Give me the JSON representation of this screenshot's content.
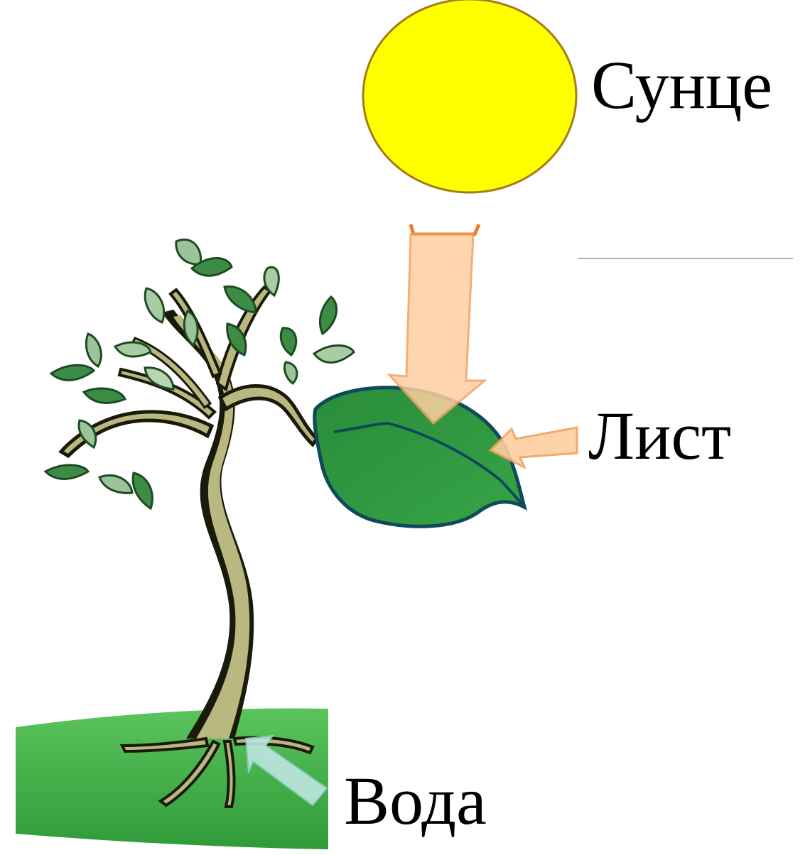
{
  "labels": {
    "sun": "Сунце",
    "leaf": "Лист",
    "water": "Вода"
  },
  "colors": {
    "sun_fill": "#ffff00",
    "sun_stroke": "#a87a1a",
    "leaf_fill": "#2e9a3a",
    "leaf_stroke": "#0e4a5a",
    "ground": "#3aa840",
    "trunk": "#b8b880",
    "foliage": "#3c8c46",
    "arrow_fill": "#fdd0a0",
    "arrow_stroke": "#f0a060",
    "water_arrow": "#bfe6e0"
  },
  "icons": {
    "sun": "sun-icon",
    "tree": "tree-icon",
    "leaf": "leaf-icon",
    "ground": "ground-icon"
  }
}
